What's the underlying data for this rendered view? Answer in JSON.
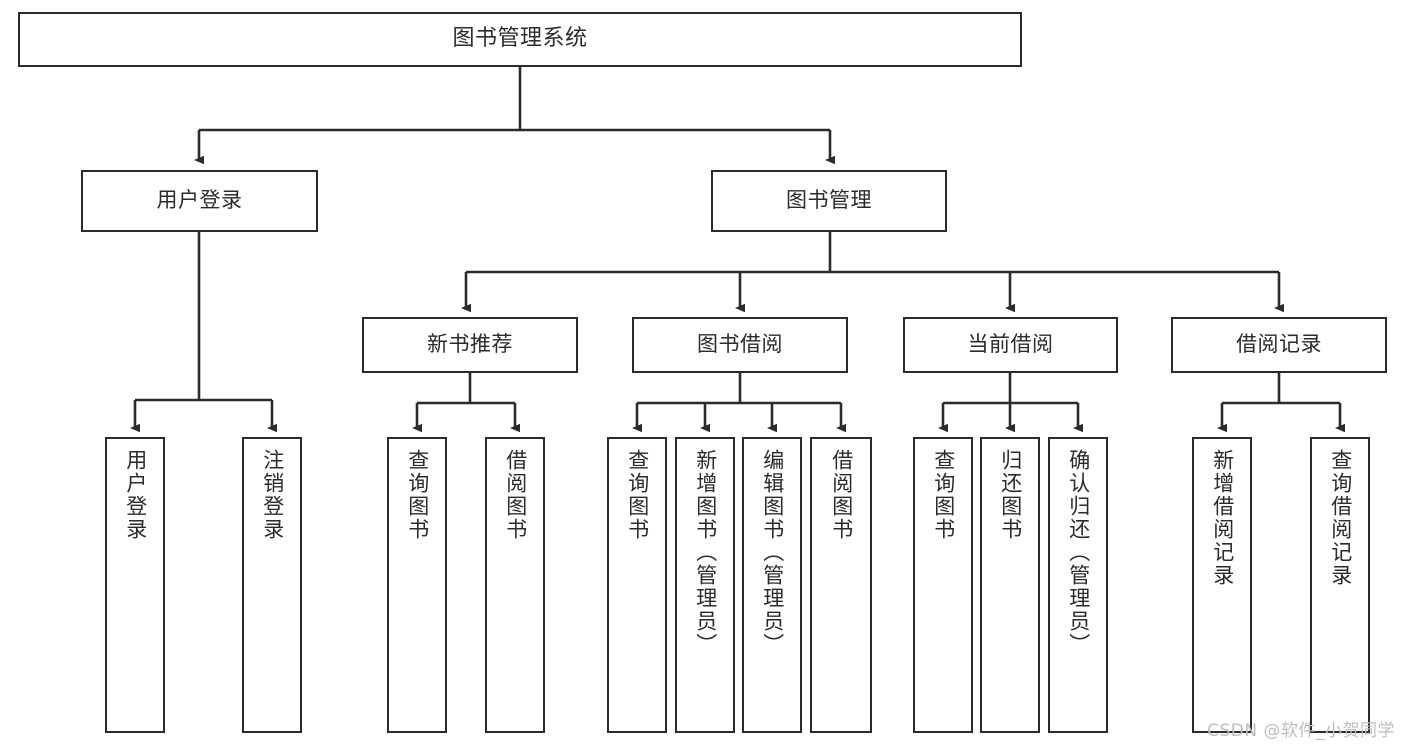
{
  "diagram": {
    "title": "图书管理系统",
    "type": "tree-hierarchy",
    "orientation": "top-down",
    "line_color": "#2b2b2b",
    "box_fill": "#ffffff",
    "box_border": "#2b2b2b"
  },
  "root": {
    "label": "图书管理系统"
  },
  "level2": [
    {
      "label": "用户登录"
    },
    {
      "label": "图书管理"
    }
  ],
  "level3": [
    {
      "label": "新书推荐"
    },
    {
      "label": "图书借阅"
    },
    {
      "label": "当前借阅"
    },
    {
      "label": "借阅记录"
    }
  ],
  "leaves": {
    "user_login": [
      {
        "label": "用户登录"
      },
      {
        "label": "注销登录"
      }
    ],
    "new_book": [
      {
        "label": "查询图书"
      },
      {
        "label": "借阅图书"
      }
    ],
    "book_borrow": [
      {
        "label": "查询图书"
      },
      {
        "label": "新增图书（管理员）"
      },
      {
        "label": "编辑图书（管理员）"
      },
      {
        "label": "借阅图书"
      }
    ],
    "current_borrow": [
      {
        "label": "查询图书"
      },
      {
        "label": "归还图书"
      },
      {
        "label": "确认归还（管理员）"
      }
    ],
    "borrow_record": [
      {
        "label": "新增借阅记录"
      },
      {
        "label": "查询借阅记录"
      }
    ]
  },
  "watermark": {
    "text": "CSDN @软件_小贺同学"
  }
}
